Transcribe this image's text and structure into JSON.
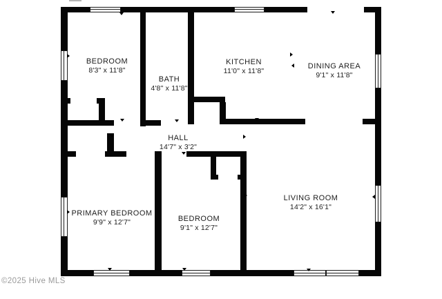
{
  "watermark": {
    "text": "©2025 Hive MLS"
  },
  "colors": {
    "wall": "#060606",
    "room_text": "#1c1c1c",
    "watermark_text": "#9a9a9a",
    "background": "#ffffff"
  },
  "rooms": [
    {
      "id": "bedroom-top",
      "name": "BEDROOM",
      "dims": "8'3\" x 11'8\""
    },
    {
      "id": "bath",
      "name": "BATH",
      "dims": "4'8\" x 11'8\""
    },
    {
      "id": "kitchen",
      "name": "KITCHEN",
      "dims": "11'0\" x 11'8\""
    },
    {
      "id": "dining-area",
      "name": "DINING AREA",
      "dims": "9'1\" x 11'8\""
    },
    {
      "id": "hall",
      "name": "HALL",
      "dims": "14'7\" x 3'2\""
    },
    {
      "id": "primary-bedroom",
      "name": "PRIMARY BEDROOM",
      "dims": "9'9\" x 12'7\""
    },
    {
      "id": "bedroom-bottom",
      "name": "BEDROOM",
      "dims": "9'1\" x 12'7\""
    },
    {
      "id": "living-room",
      "name": "LIVING ROOM",
      "dims": "14'2\" x 16'1\""
    }
  ]
}
